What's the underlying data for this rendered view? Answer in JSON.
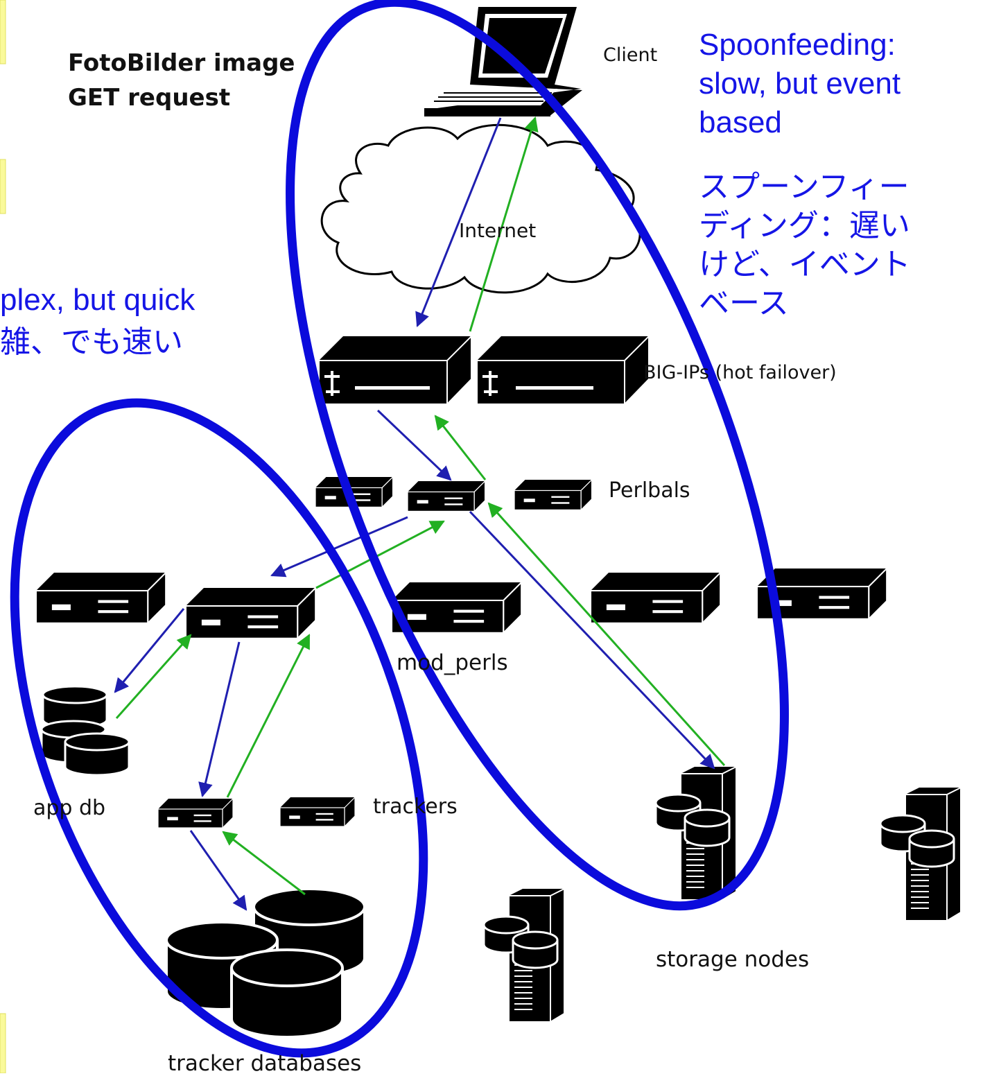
{
  "title": {
    "line1": "FotoBilder image",
    "line2": "GET request"
  },
  "labels": {
    "client": "Client",
    "internet": "Internet",
    "bigip": "BIG-IPs (hot failover)",
    "perlbals": "Perlbals",
    "mod_perls": "mod_perls",
    "app_db": "app db",
    "trackers": "trackers",
    "storage_nodes": "storage nodes",
    "tracker_databases": "tracker databases"
  },
  "notes": {
    "spoonfeeding_en": [
      "Spoonfeeding:",
      "slow, but event",
      "based"
    ],
    "spoonfeeding_jp": [
      "スプーンフィー",
      "ディング：遅い",
      "けど、イベント",
      "ベース"
    ],
    "complex_en": "plex, but quick",
    "complex_jp": "雑、でも速い"
  },
  "colors": {
    "request_arrow": "#1f1fb0",
    "response_arrow": "#22b022",
    "highlight_ellipse": "#0b0bdc",
    "note_text": "#1515e6",
    "yellow_accent": "#fafa9a"
  }
}
